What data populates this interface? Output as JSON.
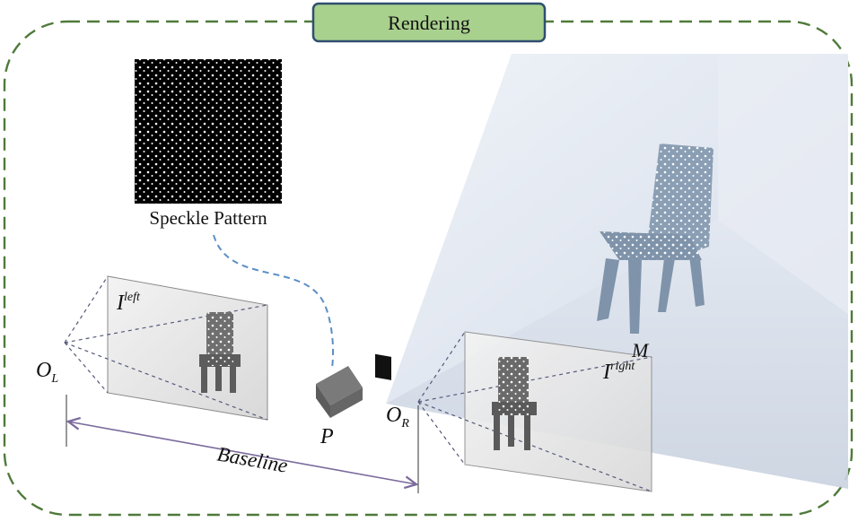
{
  "header": {
    "title": "Rendering"
  },
  "speckle": {
    "label": "Speckle Pattern"
  },
  "left_camera": {
    "center_main": "O",
    "center_sub": "L",
    "image_main": "I",
    "image_sup": "left"
  },
  "right_camera": {
    "center_main": "O",
    "center_sub": "R",
    "image_main": "I",
    "image_sup": "right"
  },
  "projector": {
    "label": "P"
  },
  "mesh": {
    "label": "M"
  },
  "baseline": {
    "label": "Baseline"
  },
  "colors": {
    "frame_dash": "#4f7a3a",
    "header_fill": "#a9d18e",
    "header_stroke": "#2f4f6f",
    "projection_fill": "#dfe5f0",
    "speckle_link": "#5b8fc6"
  }
}
